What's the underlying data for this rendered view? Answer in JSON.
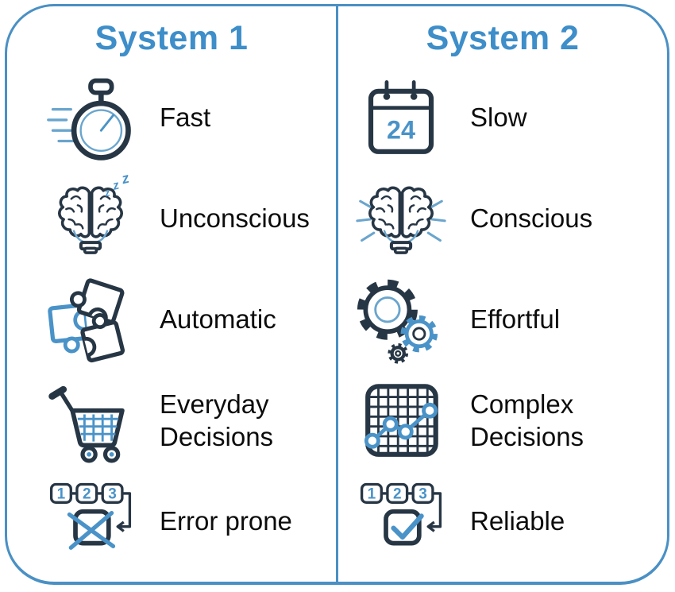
{
  "colors": {
    "accent_blue": "#3d8ec9",
    "border_blue": "#4a90c4",
    "icon_blue": "#4a93c8",
    "light_blue": "#6aa5cd",
    "dark_navy": "#273645",
    "text_black": "#0c0c0c"
  },
  "columns": [
    {
      "title": "System 1",
      "rows": [
        {
          "icon": "stopwatch-icon",
          "label": "Fast"
        },
        {
          "icon": "sleeping-brain-icon",
          "label": "Unconscious"
        },
        {
          "icon": "puzzle-pieces-icon",
          "label": "Automatic"
        },
        {
          "icon": "shopping-cart-icon",
          "label": "Everyday Decisions"
        },
        {
          "icon": "sequence-error-icon",
          "label": "Error prone"
        }
      ]
    },
    {
      "title": "System 2",
      "rows": [
        {
          "icon": "calendar-24-icon",
          "label": "Slow"
        },
        {
          "icon": "shining-brain-icon",
          "label": "Conscious"
        },
        {
          "icon": "gears-icon",
          "label": "Effortful"
        },
        {
          "icon": "chart-grid-icon",
          "label": "Complex Decisions"
        },
        {
          "icon": "sequence-check-icon",
          "label": "Reliable"
        }
      ]
    }
  ],
  "icon_text": {
    "calendar_day": "24",
    "sleep_letters": [
      "z",
      "z",
      "z"
    ],
    "sequence_numbers": [
      "1",
      "2",
      "3"
    ]
  }
}
